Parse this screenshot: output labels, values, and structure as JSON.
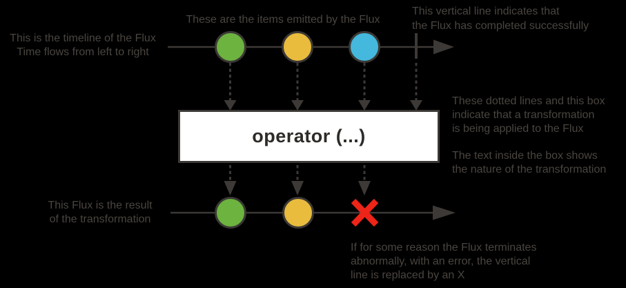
{
  "colors": {
    "background": "#000000",
    "line": "#3d3936",
    "circle_border": "#3b3835",
    "item_green": "#6cb33f",
    "item_yellow": "#e9bc3e",
    "item_blue": "#45b8dd",
    "error_red": "#ee2418",
    "annotation_text": "#4a4540",
    "box_background": "#ffffff",
    "box_border": "#3b3835",
    "box_text": "#2e2b28"
  },
  "annotations": {
    "timeline": "This is the timeline of the Flux\nTime flows from left to right",
    "items": "These are the items emitted by the Flux",
    "completion": "This vertical line indicates that\nthe Flux has completed successfully",
    "transformation": "These dotted lines and this box\nindicate that a transformation\nis being applied to the Flux",
    "box_meaning": "The text inside the box shows\nthe nature of the transformation",
    "result": "This Flux is the result\nof the transformation",
    "error": "If for some reason the Flux terminates\nabnormally, with an error, the vertical\nline is replaced by an X"
  },
  "operator_box": {
    "label": "operator (...)"
  },
  "source_flux": {
    "items": [
      "green",
      "yellow",
      "blue"
    ],
    "terminal": "complete"
  },
  "result_flux": {
    "items": [
      "green",
      "yellow"
    ],
    "terminal": "error"
  }
}
